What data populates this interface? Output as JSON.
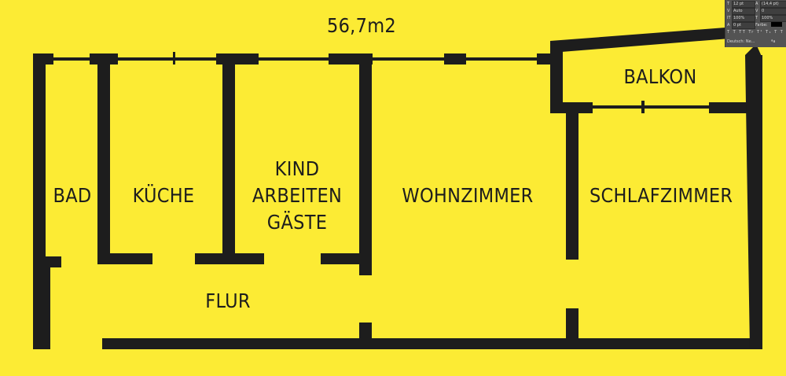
{
  "plan": {
    "total_area": "56,7m2",
    "wall_color": "#1D1D1D",
    "background_color": "#FCEB34",
    "rooms": {
      "bad": "BAD",
      "kueche": "KÜCHE",
      "kind_line1": "KIND",
      "kind_line2": "ARBEITEN",
      "kind_line3": "GÄSTE",
      "wohnzimmer": "WOHNZIMMER",
      "schlafzimmer": "SCHLAFZIMMER",
      "balkon": "BALKON",
      "flur": "FLUR"
    }
  },
  "character_panel": {
    "font_size": "12 pt",
    "leading": "(14,4 pt)",
    "kerning": "Auto",
    "tracking": "0",
    "vertical_scale": "100%",
    "horizontal_scale": "100%",
    "baseline_shift": "0 pt",
    "color_label": "Farbe:",
    "language": "Deutsch: Ne..."
  }
}
